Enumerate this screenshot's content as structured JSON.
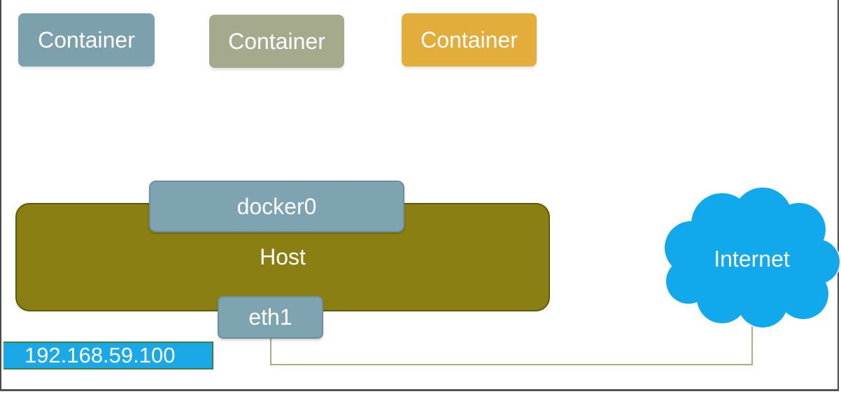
{
  "colors": {
    "container_1": "#7ca1ad",
    "container_2": "#a6aa8c",
    "container_3": "#e2ad3b",
    "host": "#8a7f12",
    "interface": "#7ea4b1",
    "ip_badge": "#1aa8e6",
    "cloud": "#11a9ec",
    "link_line": "#958f5e"
  },
  "containers": [
    {
      "label": "Container"
    },
    {
      "label": "Container"
    },
    {
      "label": "Container"
    }
  ],
  "host": {
    "label": "Host",
    "bridge_label": "docker0",
    "nic_label": "eth1",
    "ip_address": "192.168.59.100"
  },
  "internet": {
    "label": "Internet",
    "icon": "cloud-icon"
  }
}
